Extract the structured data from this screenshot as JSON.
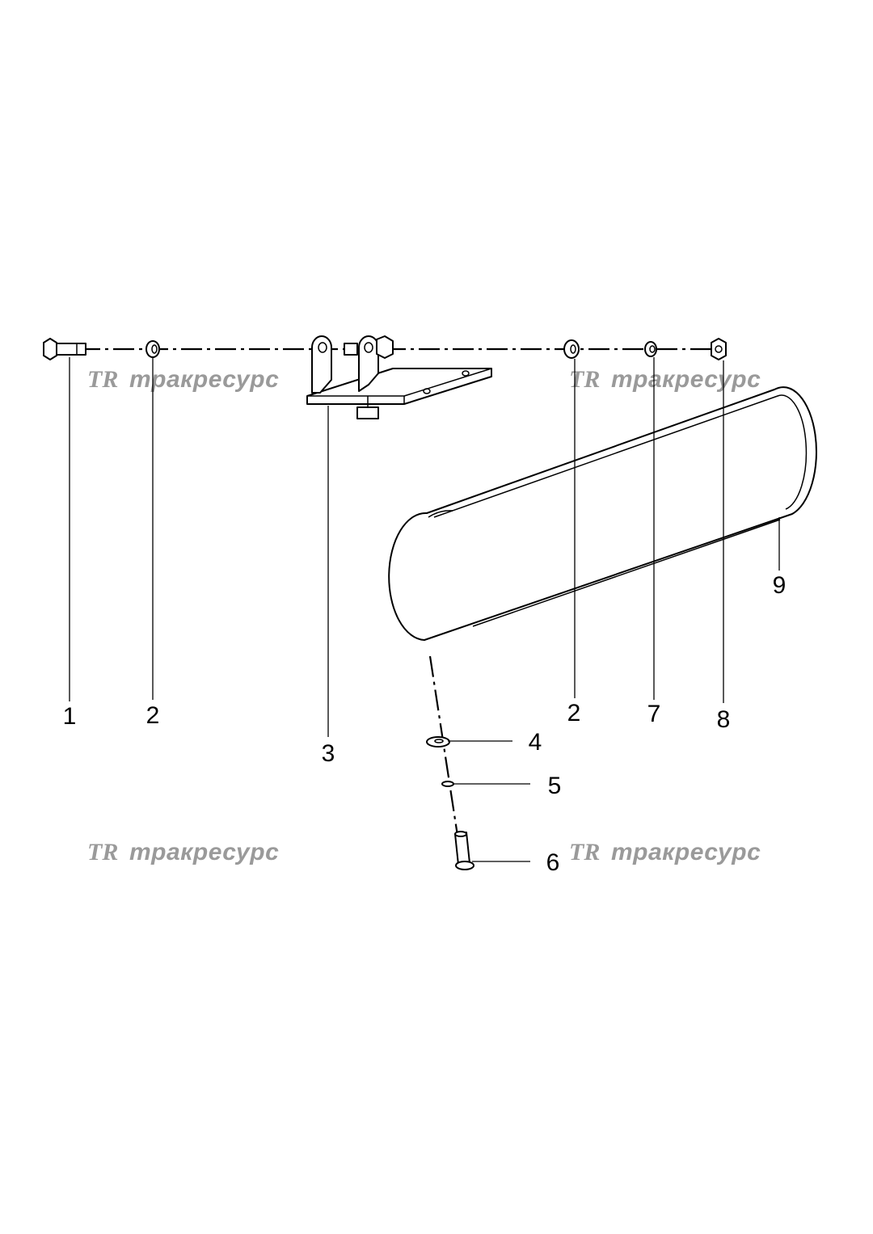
{
  "watermark": {
    "text": "тракресурс",
    "logo": "TR",
    "color": "#9a9a9a"
  },
  "callouts": {
    "p1": "1",
    "p2a": "2",
    "p2b": "2",
    "p3": "3",
    "p4": "4",
    "p5": "5",
    "p6": "6",
    "p7": "7",
    "p8": "8",
    "p9": "9"
  }
}
